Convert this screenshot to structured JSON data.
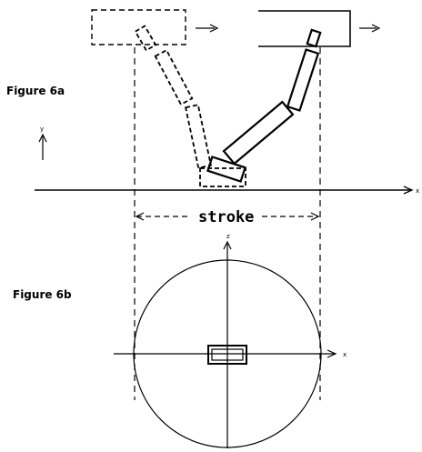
{
  "figure_a": {
    "label": "Figure 6a"
  },
  "figure_b": {
    "label": "Figure 6b"
  },
  "stroke": {
    "label": "stroke"
  },
  "axes": {
    "y_label": "y",
    "x_label_a": "x",
    "z_label": "z",
    "x_label_b": "x"
  },
  "icons": {
    "arrow": "right-arrow-icon"
  }
}
